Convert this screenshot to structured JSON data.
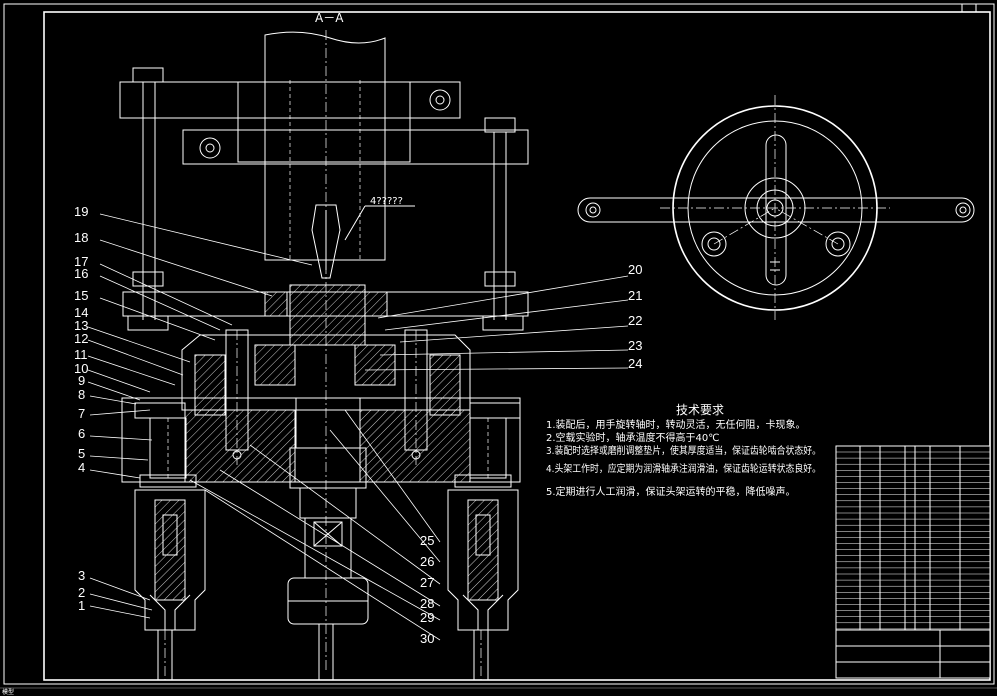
{
  "section_title": "A－A",
  "callout_label": "4?????",
  "part_labels": [
    "1",
    "2",
    "3",
    "4",
    "5",
    "6",
    "7",
    "8",
    "9",
    "10",
    "11",
    "12",
    "13",
    "14",
    "15",
    "16",
    "17",
    "18",
    "19",
    "20",
    "21",
    "22",
    "23",
    "24",
    "25",
    "26",
    "27",
    "28",
    "29",
    "30"
  ],
  "tech_requirements": {
    "title": "技术要求",
    "items": [
      "1.装配后，用手旋转轴时，转动灵活，无任何阻，卡现象。",
      "2.空载实验时，轴承温度不得高于40℃",
      "3.装配时选择或磨削调整垫片，使其厚度适当，保证齿轮啮合状态好。",
      "4.头架工作时，应定期为润滑轴承注润滑油，保证齿轮运转状态良好。",
      "5.定期进行人工润滑，保证头架运转的平稳，降低噪声。"
    ]
  },
  "status_bar": "模型"
}
